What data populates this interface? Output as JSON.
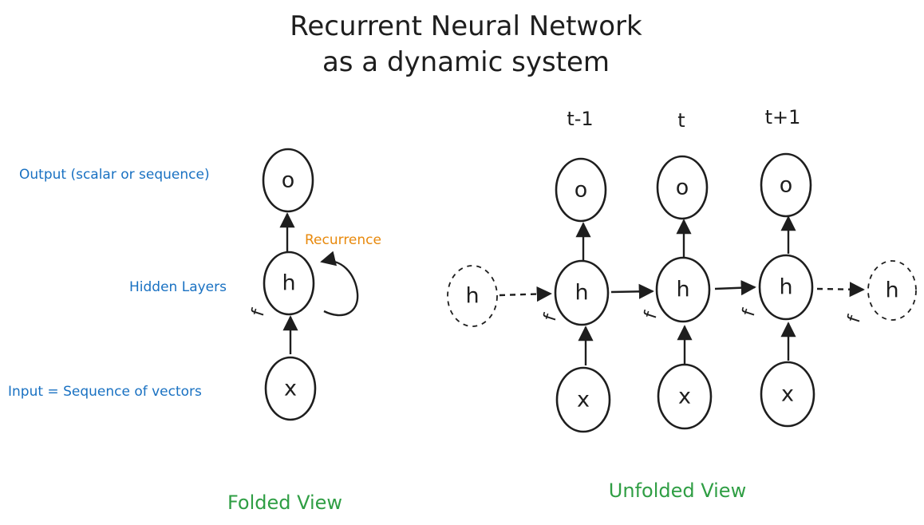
{
  "title": {
    "line1": "Recurrent Neural Network",
    "line2": "as a dynamic system"
  },
  "folded": {
    "labels": {
      "output": "Output (scalar or sequence)",
      "hidden": "Hidden Layers",
      "input": "Input = Sequence of vectors",
      "recurrence": "Recurrence"
    },
    "nodes": {
      "o": "o",
      "h": "h",
      "x": "x",
      "f": "f"
    },
    "caption": "Folded View"
  },
  "unfolded": {
    "time_steps": [
      "t-1",
      "t",
      "t+1"
    ],
    "node_letters": {
      "o": "o",
      "h": "h",
      "x": "x",
      "f": "f"
    },
    "boundary_node": "h",
    "caption": "Unfolded View"
  },
  "colors": {
    "ink": "#1e1e1e",
    "annotation_blue": "#1971c2",
    "recurrence_orange": "#e8890c",
    "caption_green": "#2f9e44"
  }
}
